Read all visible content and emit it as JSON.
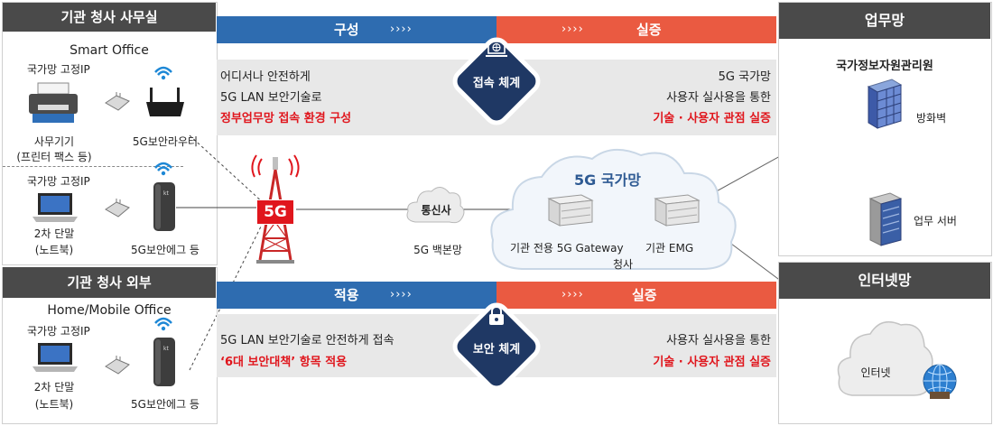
{
  "left": {
    "office_header": "기관 청사 사무실",
    "smart_office": "Smart Office",
    "fixed_ip_1": "국가망 고정IP",
    "printer_label_1": "사무기기",
    "printer_label_2": "(프린터 팩스 등)",
    "router_label": "5G보안라우터",
    "fixed_ip_2": "국가망 고정IP",
    "laptop1_label_1": "2차 단말",
    "laptop1_label_2": "(노트북)",
    "egg1_label": "5G보안에그 등",
    "outside_header": "기관 청사 외부",
    "home_office": "Home/Mobile Office",
    "fixed_ip_3": "국가망 고정IP",
    "laptop2_label_1": "2차 단말",
    "laptop2_label_2": "(노트북)",
    "egg2_label": "5G보안에그 등"
  },
  "top": {
    "left_bar": "구성",
    "right_bar": "실증",
    "chevrons": "››››",
    "diamond": "접속 체계",
    "left_lines": [
      "어디서나 안전하게",
      "5G LAN 보안기술로"
    ],
    "left_red": "정부업무망 접속 환경 구성",
    "right_lines": [
      "5G 국가망",
      "사용자 실사용을 통한"
    ],
    "right_red": "기술 · 사용자 관점 실증"
  },
  "middle": {
    "tower_badge": "5G",
    "telecom": "통신사",
    "backbone": "5G 백본망",
    "national_net": "5G 국가망",
    "gateway": "기관 전용 5G Gateway",
    "emg": "기관 EMG",
    "agency": "청사"
  },
  "bottom": {
    "left_bar": "적용",
    "right_bar": "실증",
    "chevrons": "››››",
    "diamond": "보안 체계",
    "left_line": "5G LAN 보안기술로 안전하게 접속",
    "left_red": "‘6대 보안대책’ 항목 적용",
    "right_line": "사용자 실사용을 통한",
    "right_red": "기술 · 사용자 관점 실증"
  },
  "right": {
    "work_header": "업무망",
    "nirs": "국가정보자원관리원",
    "firewall": "방화벽",
    "server": "업무 서버",
    "internet_header": "인터넷망",
    "internet": "인터넷"
  },
  "colors": {
    "blue": "#2e6cb0",
    "red_orange": "#ea5a41",
    "dark_header": "#4a4a4a",
    "navy": "#1f3864",
    "accent_red": "#e0161d"
  }
}
